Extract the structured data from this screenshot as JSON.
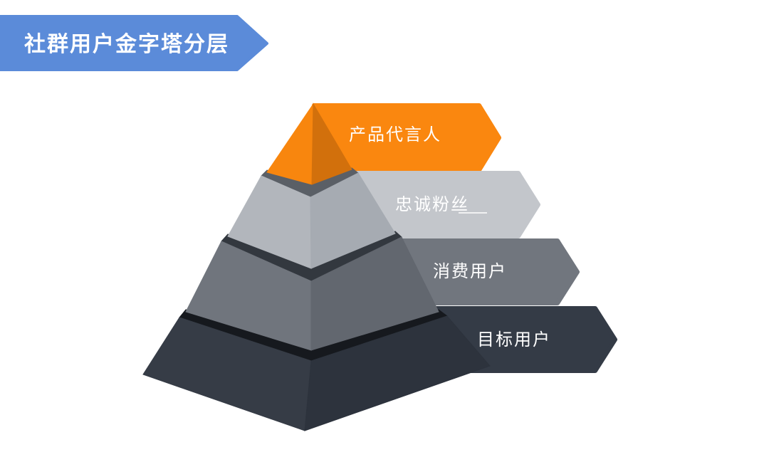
{
  "background": "#ffffff",
  "title": {
    "text": "社群用户金字塔分层",
    "banner_color": "#5b8bd9",
    "text_color": "#ffffff"
  },
  "diagram": {
    "type": "pyramid",
    "direction": "top-to-bottom",
    "levels": [
      {
        "rank": 1,
        "label": "产品代言人",
        "banner_color": "#fa870f",
        "face_left_color": "#f8860e",
        "face_right_color": "#d2700c",
        "label_color": "#ffffff"
      },
      {
        "rank": 2,
        "label": "忠诚粉丝",
        "banner_color": "#c3c6cb",
        "face_left_color": "#b2b6bc",
        "face_right_color": "#a6abb2",
        "top_color": "#5a5f66",
        "label_color": "#ffffff"
      },
      {
        "rank": 3,
        "label": "消费用户",
        "banner_color": "#71767e",
        "face_left_color": "#70757d",
        "face_right_color": "#62676f",
        "top_color": "#33383f",
        "label_color": "#ffffff"
      },
      {
        "rank": 4,
        "label": "目标用户",
        "banner_color": "#343b46",
        "face_left_color": "#363c46",
        "face_right_color": "#2d333d",
        "top_color": "#16191e",
        "label_color": "#ffffff"
      }
    ]
  }
}
